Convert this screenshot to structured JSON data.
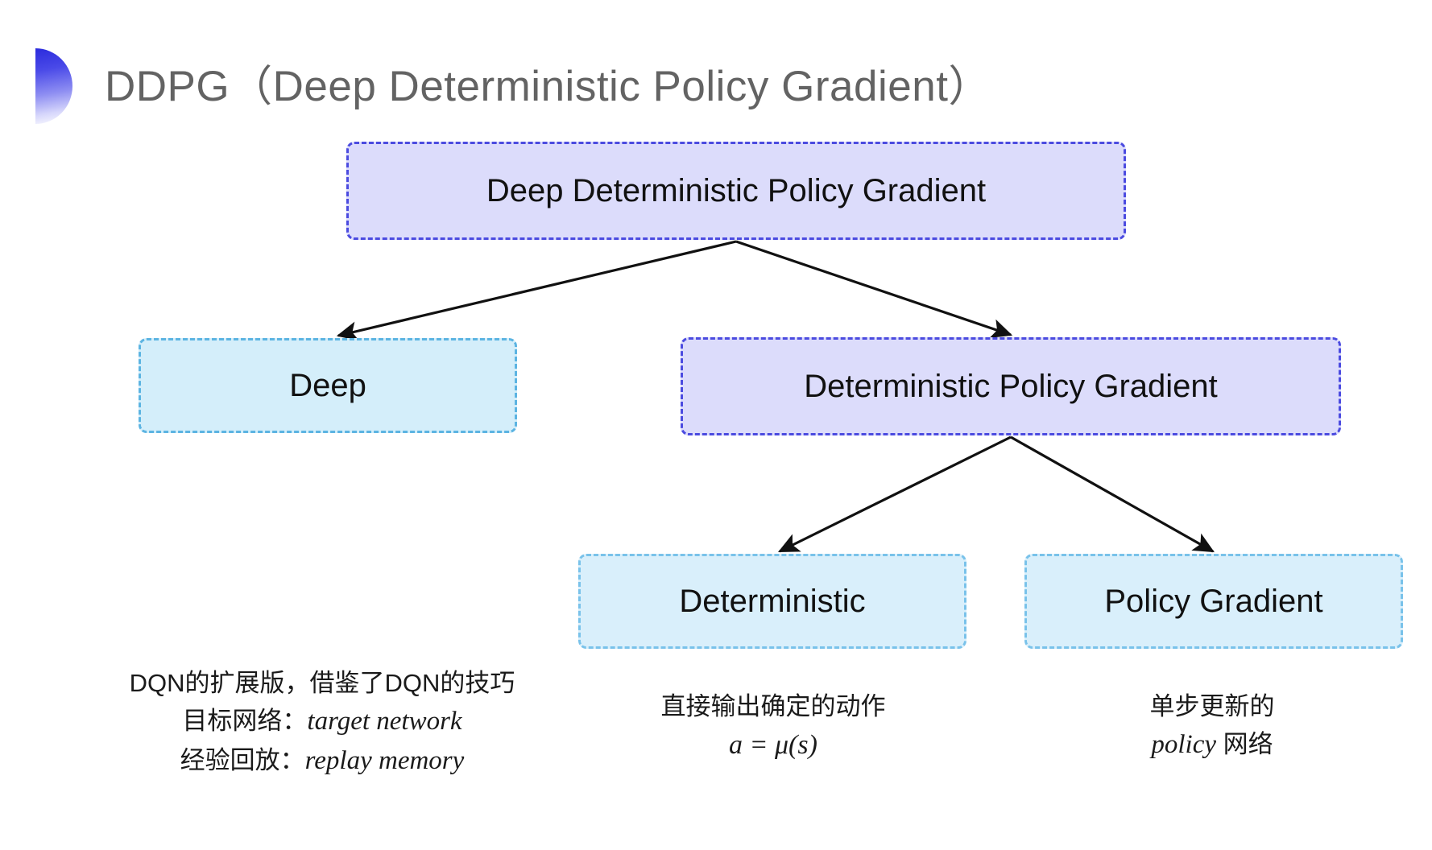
{
  "slide": {
    "title": "DDPG（Deep Deterministic Policy Gradient）",
    "background_color": "#ffffff",
    "title_color": "#636363",
    "bullet_icon": "half-circle-gradient-icon",
    "bullet_gradient_from": "#2b2bdd",
    "bullet_gradient_to": "#ffffff"
  },
  "colors": {
    "purple_fill": "#dcdcfb",
    "purple_border": "#4b4be0",
    "blue_fill": "#d4eefa",
    "blue_border_strong": "#5cb4e2",
    "blue_fill_soft": "#d9effb",
    "blue_border_soft": "#79c2ea",
    "arrow": "#111111",
    "text": "#111111"
  },
  "diagram": {
    "type": "tree",
    "nodes": [
      {
        "id": "root",
        "label": "Deep Deterministic Policy Gradient",
        "style": "purple"
      },
      {
        "id": "deep",
        "label": "Deep",
        "style": "blue-strong"
      },
      {
        "id": "dpg",
        "label": "Deterministic Policy Gradient",
        "style": "purple"
      },
      {
        "id": "deterministic",
        "label": "Deterministic",
        "style": "blue-soft"
      },
      {
        "id": "policy_gradient",
        "label": "Policy Gradient",
        "style": "blue-soft"
      }
    ],
    "edges": [
      {
        "from": "root",
        "to": "deep"
      },
      {
        "from": "root",
        "to": "dpg"
      },
      {
        "from": "dpg",
        "to": "deterministic"
      },
      {
        "from": "dpg",
        "to": "policy_gradient"
      }
    ]
  },
  "captions": {
    "deep": {
      "line1": "DQN的扩展版，借鉴了DQN的技巧",
      "line2_prefix": "目标网络：",
      "line2_term": "target network",
      "line3_prefix": "经验回放：",
      "line3_term": "replay memory"
    },
    "deterministic": {
      "line1": "直接输出确定的动作",
      "formula": "a = μ(s)"
    },
    "policy_gradient": {
      "line1": "单步更新的",
      "line2_term": "policy",
      "line2_suffix": " 网络"
    }
  }
}
